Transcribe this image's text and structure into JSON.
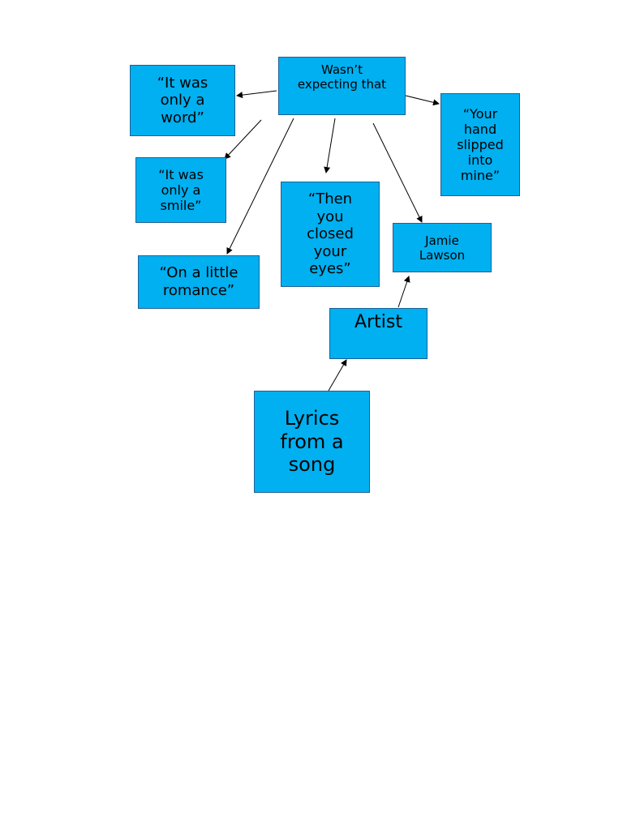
{
  "diagram": {
    "colors": {
      "box_fill": "#00b0f0",
      "box_border": "#1f5f95",
      "text": "#000000",
      "arrow": "#000000"
    },
    "nodes": {
      "title": "Wasn’t\nexpecting that",
      "word": "“It was\nonly a\nword”",
      "smile": "“It was\nonly a\nsmile”",
      "romance": "“On a little\nromance”",
      "eyes": "“Then\nyou\nclosed\nyour\neyes”",
      "hand": "“Your\nhand\nslipped\ninto\nmine”",
      "artist_name": "Jamie\nLawson",
      "artist": "Artist",
      "lyrics": "Lyrics\nfrom a\nsong"
    },
    "edges": [
      {
        "from": "title",
        "to": "word"
      },
      {
        "from": "title",
        "to": "smile"
      },
      {
        "from": "title",
        "to": "romance"
      },
      {
        "from": "title",
        "to": "eyes"
      },
      {
        "from": "title",
        "to": "artist_name"
      },
      {
        "from": "title",
        "to": "hand"
      },
      {
        "from": "artist",
        "to": "artist_name"
      },
      {
        "from": "lyrics",
        "to": "artist"
      }
    ]
  }
}
